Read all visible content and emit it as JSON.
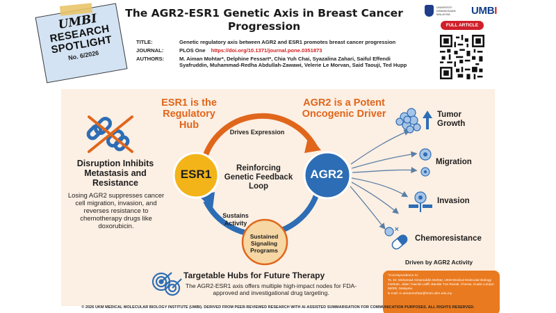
{
  "spotlight": {
    "brand": "UMBI",
    "title": "RESEARCH SPOTLIGHT",
    "issue": "No. 6/2026"
  },
  "header": {
    "title": "The AGR2-ESR1 Genetic Axis in Breast Cancer Progression",
    "meta": {
      "title_label": "TITLE:",
      "title_value": "Genetic regulatory axis between AGR2 and ESR1 promotes breast cancer progression",
      "journal_label": "JOURNAL:",
      "journal_value": "PLOS One",
      "doi": "https://doi.org/10.1371/journal.pone.0351873",
      "authors_label": "AUTHORS:",
      "authors_value": "M. Aiman Mohtar*, Delphine Fessart*, Chia Yuh Chai, Syazalina Zahari, Saiful Effendi Syafruddin, Muhammad-Redha Abdullah-Zawawi, Velerie Le Morvan, Said Taouji, Ted Hupp"
    },
    "logo": {
      "university": "UNIVERSITI KEBANGSAAN MALAYSIA",
      "brand_main": "UMB",
      "brand_accent": "I"
    },
    "full_article_button": "FULL ARTICLE"
  },
  "diagram": {
    "esr_heading": "ESR1 is the Regulatory Hub",
    "agr_heading": "AGR2 is a Potent Oncogenic Driver",
    "esr_node": "ESR1",
    "agr_node": "AGR2",
    "drives": "Drives Expression",
    "loop": "Reinforcing Genetic Feedback Loop",
    "sustains": "Sustains Activity",
    "sustained": "Sustained Signaling Programs"
  },
  "disruption": {
    "title": "Disruption Inhibits Metastasis and Resistance",
    "body": "Losing AGR2 suppresses cancer cell migration, invasion, and reverses resistance to chemotherapy drugs like doxorubicin."
  },
  "outcomes": {
    "tumor": "Tumor Growth",
    "migration": "Migration",
    "invasion": "Invasion",
    "chemo": "Chemoresistance",
    "driven_by": "Driven by AGR2 Activity"
  },
  "therapy": {
    "title": "Targetable Hubs for Future Therapy",
    "body": "The AGR2-ESR1 axis offers multiple high-impact nodes for FDA-approved and investigational drug targeting."
  },
  "correspondence": {
    "heading": "*Correspondence to:",
    "address": "Ts. Dr. Mohamad Aimanuddin Mohtar, UKM Medical Molecular Biology Institute, Jalan Yaacob Latiff, Bandar Tun Razak, Cheras, Kuala Lumpur 56000, Malaysia.",
    "email": "E-mail: m.aimanmohtar@hctm.ukm.edu.my"
  },
  "footer": "© 2026 UKM MEDICAL MOLECULAR BIOLOGY INSTITUTE (UMBI). DERIVED FROM PEER-REVIEWED RESEARCH WITH AI-ASSISTED SUMMARISATION FOR COMMUNICATION PURPOSES. ALL RIGHTS RESERVED.",
  "colors": {
    "orange": "#e0661c",
    "blue": "#2d6db5",
    "yellow": "#f2b418",
    "panel": "#fcefe3",
    "red": "#d0202a"
  },
  "icons": [
    "broken-chain-icon",
    "tumor-cells-icon",
    "migration-cell-icon",
    "invasion-cell-icon",
    "capsule-icon",
    "target-icon",
    "qr-code"
  ]
}
